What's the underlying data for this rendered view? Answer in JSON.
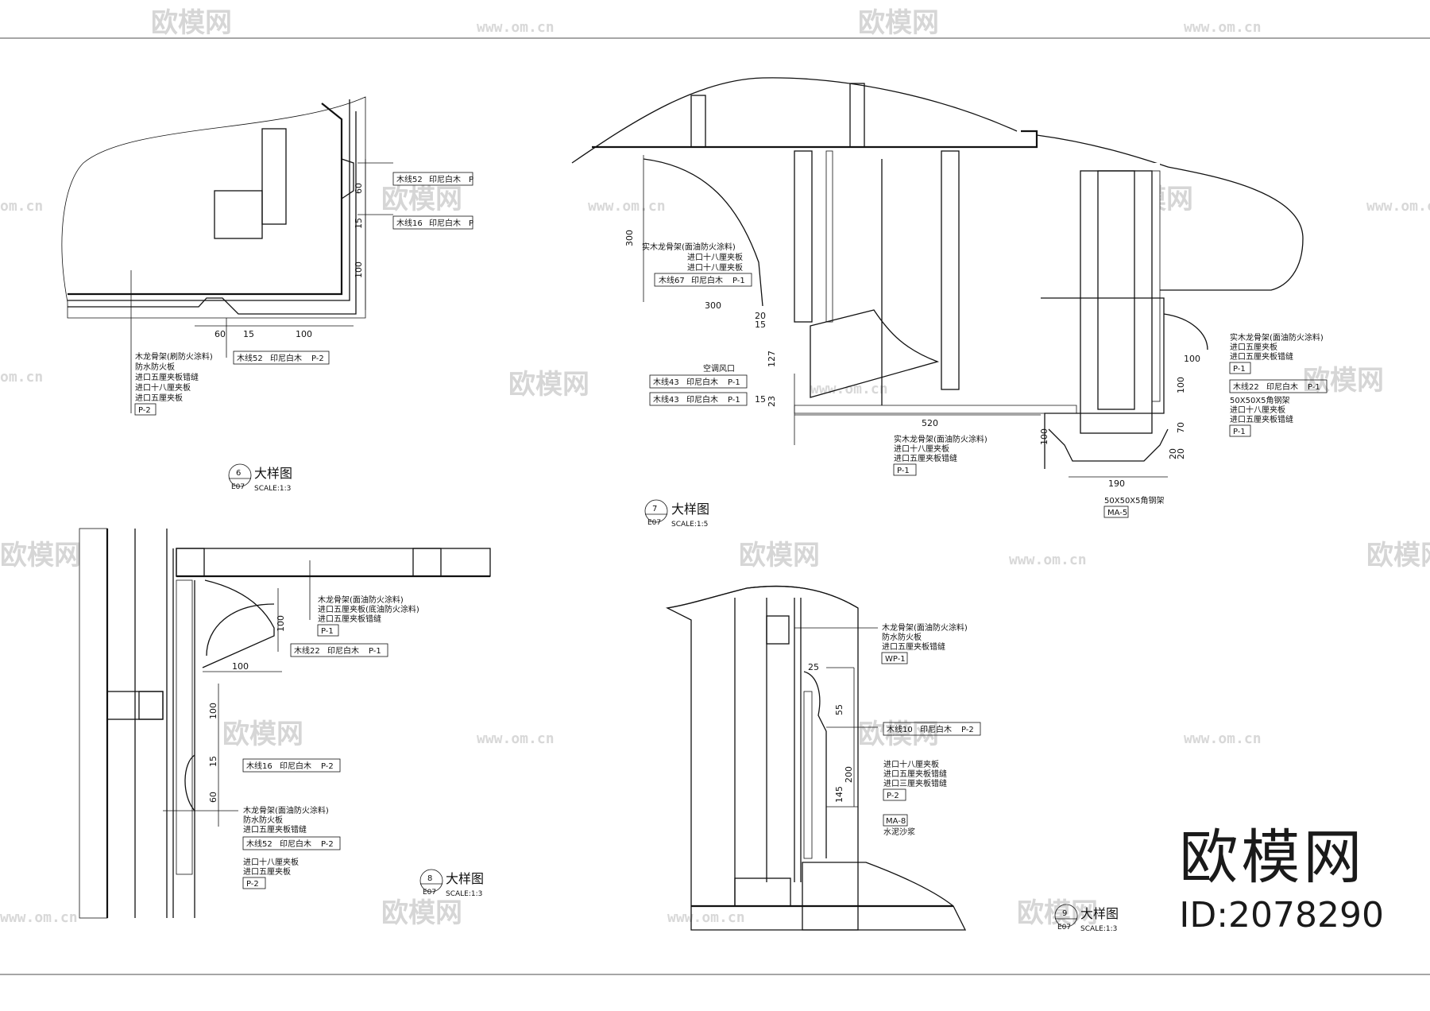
{
  "watermark": {
    "logo_text": "欧模网",
    "url_text": "www.om.cn",
    "url_short": "om.cn"
  },
  "brand": {
    "name": "欧模网",
    "id": "ID:2078290"
  },
  "details": {
    "d6": {
      "title": {
        "num": "6",
        "sheet": "E07",
        "name": "大样图",
        "scale": "SCALE:1:3"
      },
      "tags": [
        {
          "code": "木线52",
          "mat": "印尼白木",
          "ref": "P"
        },
        {
          "code": "木线16",
          "mat": "印尼白木",
          "ref": "P"
        },
        {
          "code": "木线52",
          "mat": "印尼白木",
          "ref": "P-2"
        }
      ],
      "notes": [
        "木龙骨架(刷防火涂料)",
        "防水防火板",
        "进口五厘夹板错缝",
        "进口十八厘夹板",
        "进口五厘夹板"
      ],
      "note_ref": "P-2",
      "dims": [
        "60",
        "15",
        "100",
        "60",
        "15",
        "100"
      ]
    },
    "d7": {
      "title": {
        "num": "7",
        "sheet": "E07",
        "name": "大样图",
        "scale": "SCALE:1:5"
      },
      "tags": [
        {
          "code": "木线67",
          "mat": "印尼白木",
          "ref": "P-1"
        },
        {
          "code": "木线43",
          "mat": "印尼白木",
          "ref": "P-1"
        },
        {
          "code": "木线43",
          "mat": "印尼白木",
          "ref": "P-1"
        },
        {
          "code": "木线22",
          "mat": "印尼白木",
          "ref": "P-1"
        }
      ],
      "notes_a": [
        "实木龙骨架(面油防火涂料)",
        "进口十八厘夹板",
        "进口十八厘夹板"
      ],
      "notes_b": [
        "实木龙骨架(面油防火涂料)",
        "进口十八厘夹板",
        "进口五厘夹板错缝"
      ],
      "notes_b_ref": "P-1",
      "notes_c": [
        "实木龙骨架(面油防火涂料)",
        "进口五厘夹板",
        "进口五厘夹板错缝"
      ],
      "notes_c_ref": "P-1",
      "notes_d": [
        "50X50X5角钢架",
        "进口十八厘夹板",
        "进口五厘夹板错缝"
      ],
      "notes_d_ref": "P-1",
      "vent": "空调风口",
      "angle": {
        "text": "50X50X5角钢架",
        "ref": "MA-5"
      },
      "dims": [
        "300",
        "300",
        "20",
        "15",
        "127",
        "15",
        "23",
        "520",
        "100",
        "100",
        "100",
        "70",
        "20",
        "20",
        "190"
      ]
    },
    "d8": {
      "title": {
        "num": "8",
        "sheet": "E07",
        "name": "大样图",
        "scale": "SCALE:1:3"
      },
      "tags": [
        {
          "code": "木线22",
          "mat": "印尼白木",
          "ref": "P-1"
        },
        {
          "code": "木线16",
          "mat": "印尼白木",
          "ref": "P-2"
        },
        {
          "code": "木线52",
          "mat": "印尼白木",
          "ref": "P-2"
        }
      ],
      "notes_a": [
        "木龙骨架(面油防火涂料)",
        "进口五厘夹板(底油防火涂料)",
        "进口五厘夹板错缝"
      ],
      "notes_a_ref": "P-1",
      "notes_b": [
        "木龙骨架(面油防火涂料)",
        "防水防火板",
        "进口五厘夹板错缝"
      ],
      "notes_c": [
        "进口十八厘夹板",
        "进口五厘夹板"
      ],
      "notes_c_ref": "P-2",
      "dims": [
        "100",
        "100",
        "100",
        "15",
        "60"
      ]
    },
    "d9": {
      "title": {
        "num": "9",
        "sheet": "E07",
        "name": "大样图",
        "scale": "SCALE:1:3"
      },
      "tags": [
        {
          "code": "木线10",
          "mat": "印尼白木",
          "ref": "P-2"
        }
      ],
      "notes_a": [
        "木龙骨架(面油防火涂料)",
        "防水防火板",
        "进口五厘夹板错缝"
      ],
      "notes_a_ref": "WP-1",
      "notes_b": [
        "进口十八厘夹板",
        "进口五厘夹板错缝",
        "进口三厘夹板错缝"
      ],
      "notes_b_ref": "P-2",
      "screed": {
        "ref": "MA-8",
        "text": "水泥沙浆"
      },
      "dims": [
        "25",
        "55",
        "200",
        "145"
      ]
    }
  }
}
